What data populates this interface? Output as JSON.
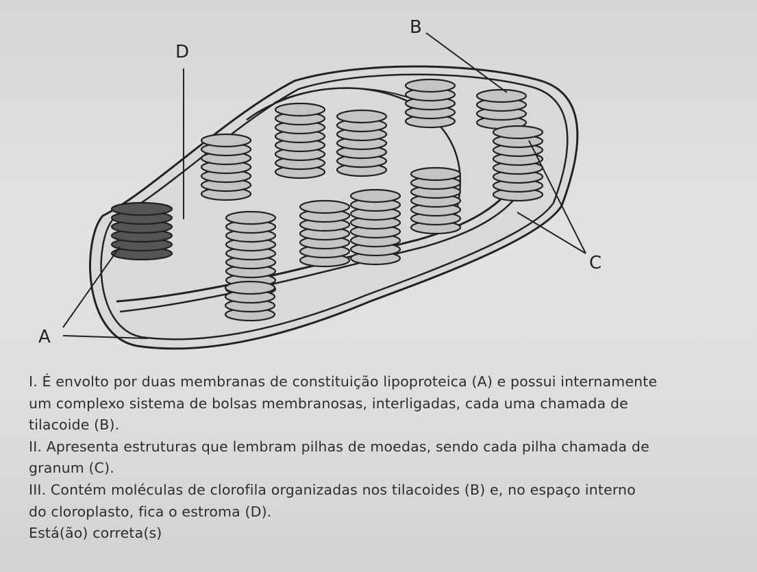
{
  "diagram": {
    "labels": {
      "a": "A",
      "b": "B",
      "c": "C",
      "d": "D"
    }
  },
  "statements": {
    "line1": "I. É envolto por duas membranas de constituição lipoproteica (A) e possui internamente",
    "line2": "um complexo sistema de bolsas membranosas, interligadas, cada uma chamada de",
    "line3": "tilacoide (B).",
    "line4": "II. Apresenta estruturas que lembram pilhas de moedas, sendo cada pilha chamada de",
    "line5": "granum (C).",
    "line6": "III. Contém moléculas de clorofila organizadas nos tilacoides (B) e, no espaço interno",
    "line7": "do cloroplasto, fica o estroma (D).",
    "line8": "Está(ão) correta(s)"
  },
  "colors": {
    "stroke": "#222222",
    "stroma": "#d8d8d8",
    "disc": "#c4c4c4"
  }
}
